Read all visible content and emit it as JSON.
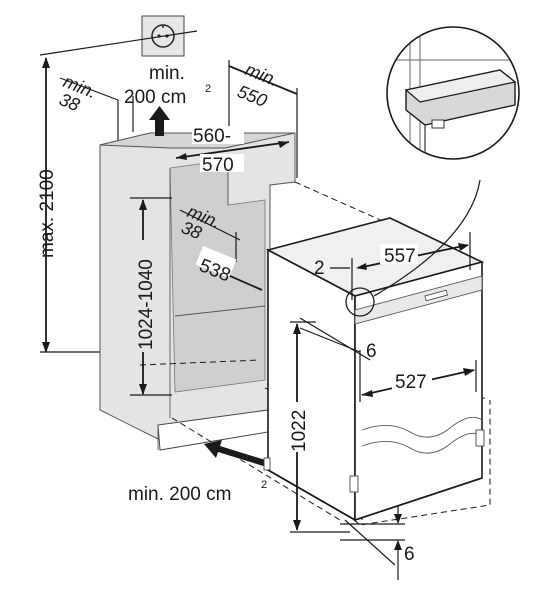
{
  "labels": {
    "max_height": "max. 2100",
    "top_vent_min": "min.",
    "top_vent_area": "200 cm",
    "top_vent_sup": "2",
    "rear_gap_min": "min.",
    "rear_gap_value": "38",
    "depth_min": "min.",
    "depth_value": "550",
    "width_range_top": "560-",
    "width_range_bottom": "570",
    "inner_rear_min": "min.",
    "inner_rear_value": "38",
    "niche_height": "1024-1040",
    "inner_depth": "538",
    "gap_2": "2",
    "appliance_depth": "557",
    "offset_6": "6",
    "appliance_width": "527",
    "appliance_height": "1022",
    "bottom_6": "6",
    "bottom_vent": "min. 200 cm",
    "bottom_vent_sup": "2"
  },
  "colors": {
    "cabinet_fill": "#e0e0e0",
    "cabinet_inner": "#cfcfcf",
    "line": "#1a1a1a"
  },
  "icons": [
    "wall-socket-icon",
    "airflow-up-arrow-icon",
    "airflow-in-arrow-icon",
    "detail-magnifier-icon"
  ]
}
